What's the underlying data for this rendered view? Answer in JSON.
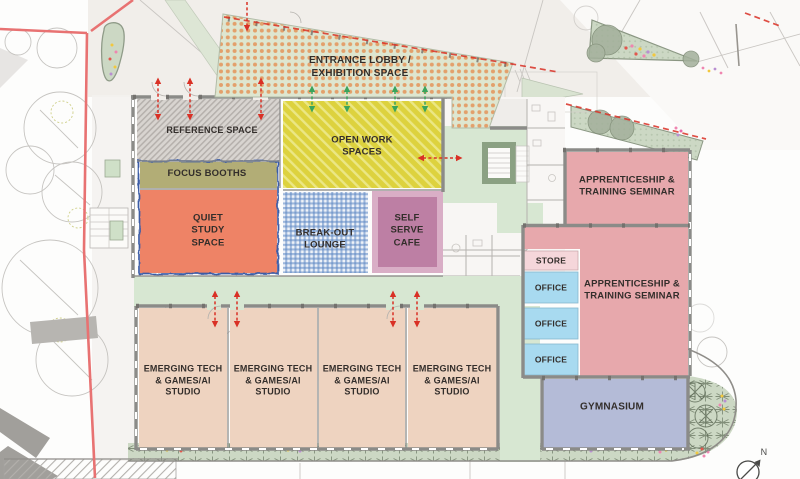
{
  "rooms": {
    "entrance_lobby": "ENTRANCE LOBBY /\nEXHIBITION SPACE",
    "reference_space": "REFERENCE SPACE",
    "open_work_spaces": "OPEN WORK\nSPACES",
    "focus_booths": "FOCUS BOOTHS",
    "quiet_study_space": "QUIET\nSTUDY\nSPACE",
    "breakout_lounge": "BREAK-OUT\nLOUNGE",
    "self_serve_cafe": "SELF\nSERVE\nCAFE",
    "apprenticeship_1": "APPRENTICESHIP &\nTRAINING SEMINAR",
    "apprenticeship_2": "APPRENTICESHIP &\nTRAINING SEMINAR",
    "store": "STORE",
    "offices": [
      "OFFICE",
      "OFFICE",
      "OFFICE"
    ],
    "studios": [
      "EMERGING TECH\n& GAMES/AI\nSTUDIO",
      "EMERGING TECH\n& GAMES/AI\nSTUDIO",
      "EMERGING TECH\n& GAMES/AI\nSTUDIO",
      "EMERGING TECH\n& GAMES/AI\nSTUDIO"
    ],
    "gymnasium": "GYMNASIUM"
  },
  "compass": {
    "north": "N"
  },
  "colors": {
    "lobby_bg": "#dee6d0",
    "lobby_dot": "#e3a06b",
    "reference_bg": "#d8d4d0",
    "reference_stripe": "#b5b0ac",
    "open_bg": "#ddd23e",
    "open_stripe": "#ebe784",
    "focus_booths": "#b2ad76",
    "quiet_study": "#ee8366",
    "lounge_bg": "#eef2f8",
    "lounge_check": "#5d86c2",
    "cafe_outer": "#d9aec6",
    "cafe_inner": "#bd7fa4",
    "apprenticeship": "#e7a8ac",
    "store": "#f5d6da",
    "office": "#a8daf0",
    "studio": "#eed3c0",
    "gymnasium": "#b4bbd7",
    "circulation": "#d7e7d2",
    "planting": "#ccd8c4",
    "path_green": "#dde6d5",
    "boundary": "#e87272",
    "arrow_red": "#d93025",
    "arrow_green": "#3aa45c",
    "wall": "#8b8b88"
  }
}
